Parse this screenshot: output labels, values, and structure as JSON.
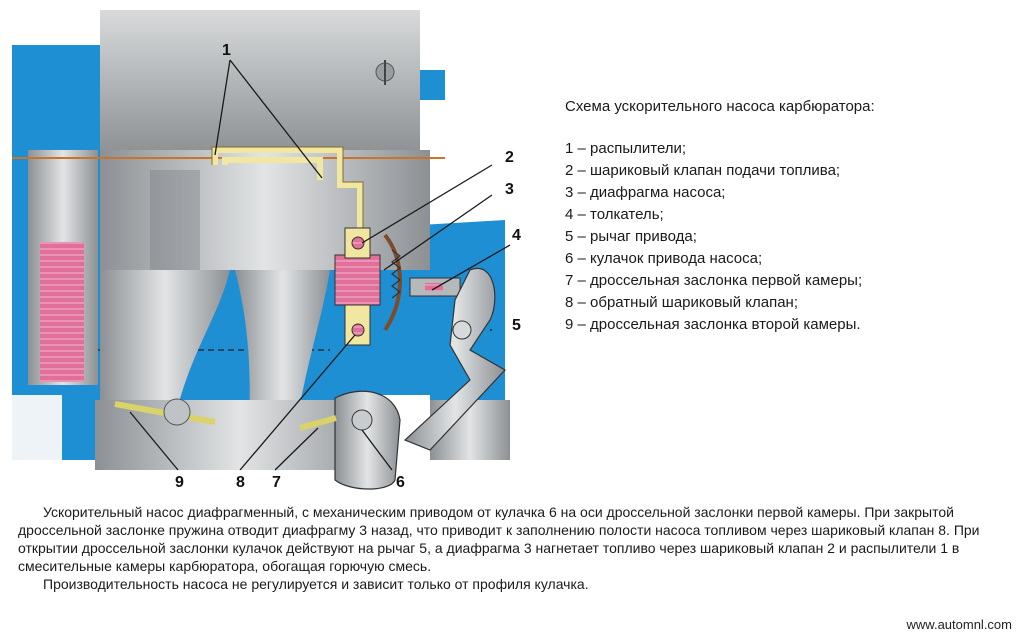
{
  "diagram": {
    "callouts": [
      "1",
      "2",
      "3",
      "4",
      "5",
      "6",
      "7",
      "8",
      "9"
    ],
    "colors": {
      "housing_blue": "#1f8fd4",
      "metal_gray": "#a9adb0",
      "fuel_pink": "#e0709a",
      "channel_yellow": "#f1e7a0",
      "leader_line": "#1a1a1a"
    }
  },
  "legend": {
    "title": "Схема ускорительного насоса карбюратора:",
    "items": [
      "1 – распылители;",
      "2 – шариковый клапан подачи топлива;",
      "3 – диафрагма насоса;",
      "4 – толкатель;",
      "5 – рычаг привода;",
      "6 – кулачок привода насоса;",
      "7 – дроссельная заслонка первой камеры;",
      "8 – обратный шариковый клапан;",
      "9 – дроссельная заслонка второй камеры."
    ]
  },
  "description": {
    "paragraph1": "Ускорительный насос диафрагменный, с механическим приводом от кулачка 6 на оси дроссельной заслонки первой камеры. При закрытой дроссельной заслонке пружина отводит диафрагму 3 назад, что приводит к заполнению полости насоса топливом через шариковый клапан 8. При открытии дроссельной заслонки кулачок действуют на рычаг 5, а диафрагма 3 нагнетает топливо через шариковый клапан 2 и распылители 1 в смесительные камеры карбюратора, обогащая горючую смесь.",
    "paragraph2": "Производительность насоса не регулируется и зависит только от профиля кулачка."
  },
  "source_url": "www.automnl.com"
}
